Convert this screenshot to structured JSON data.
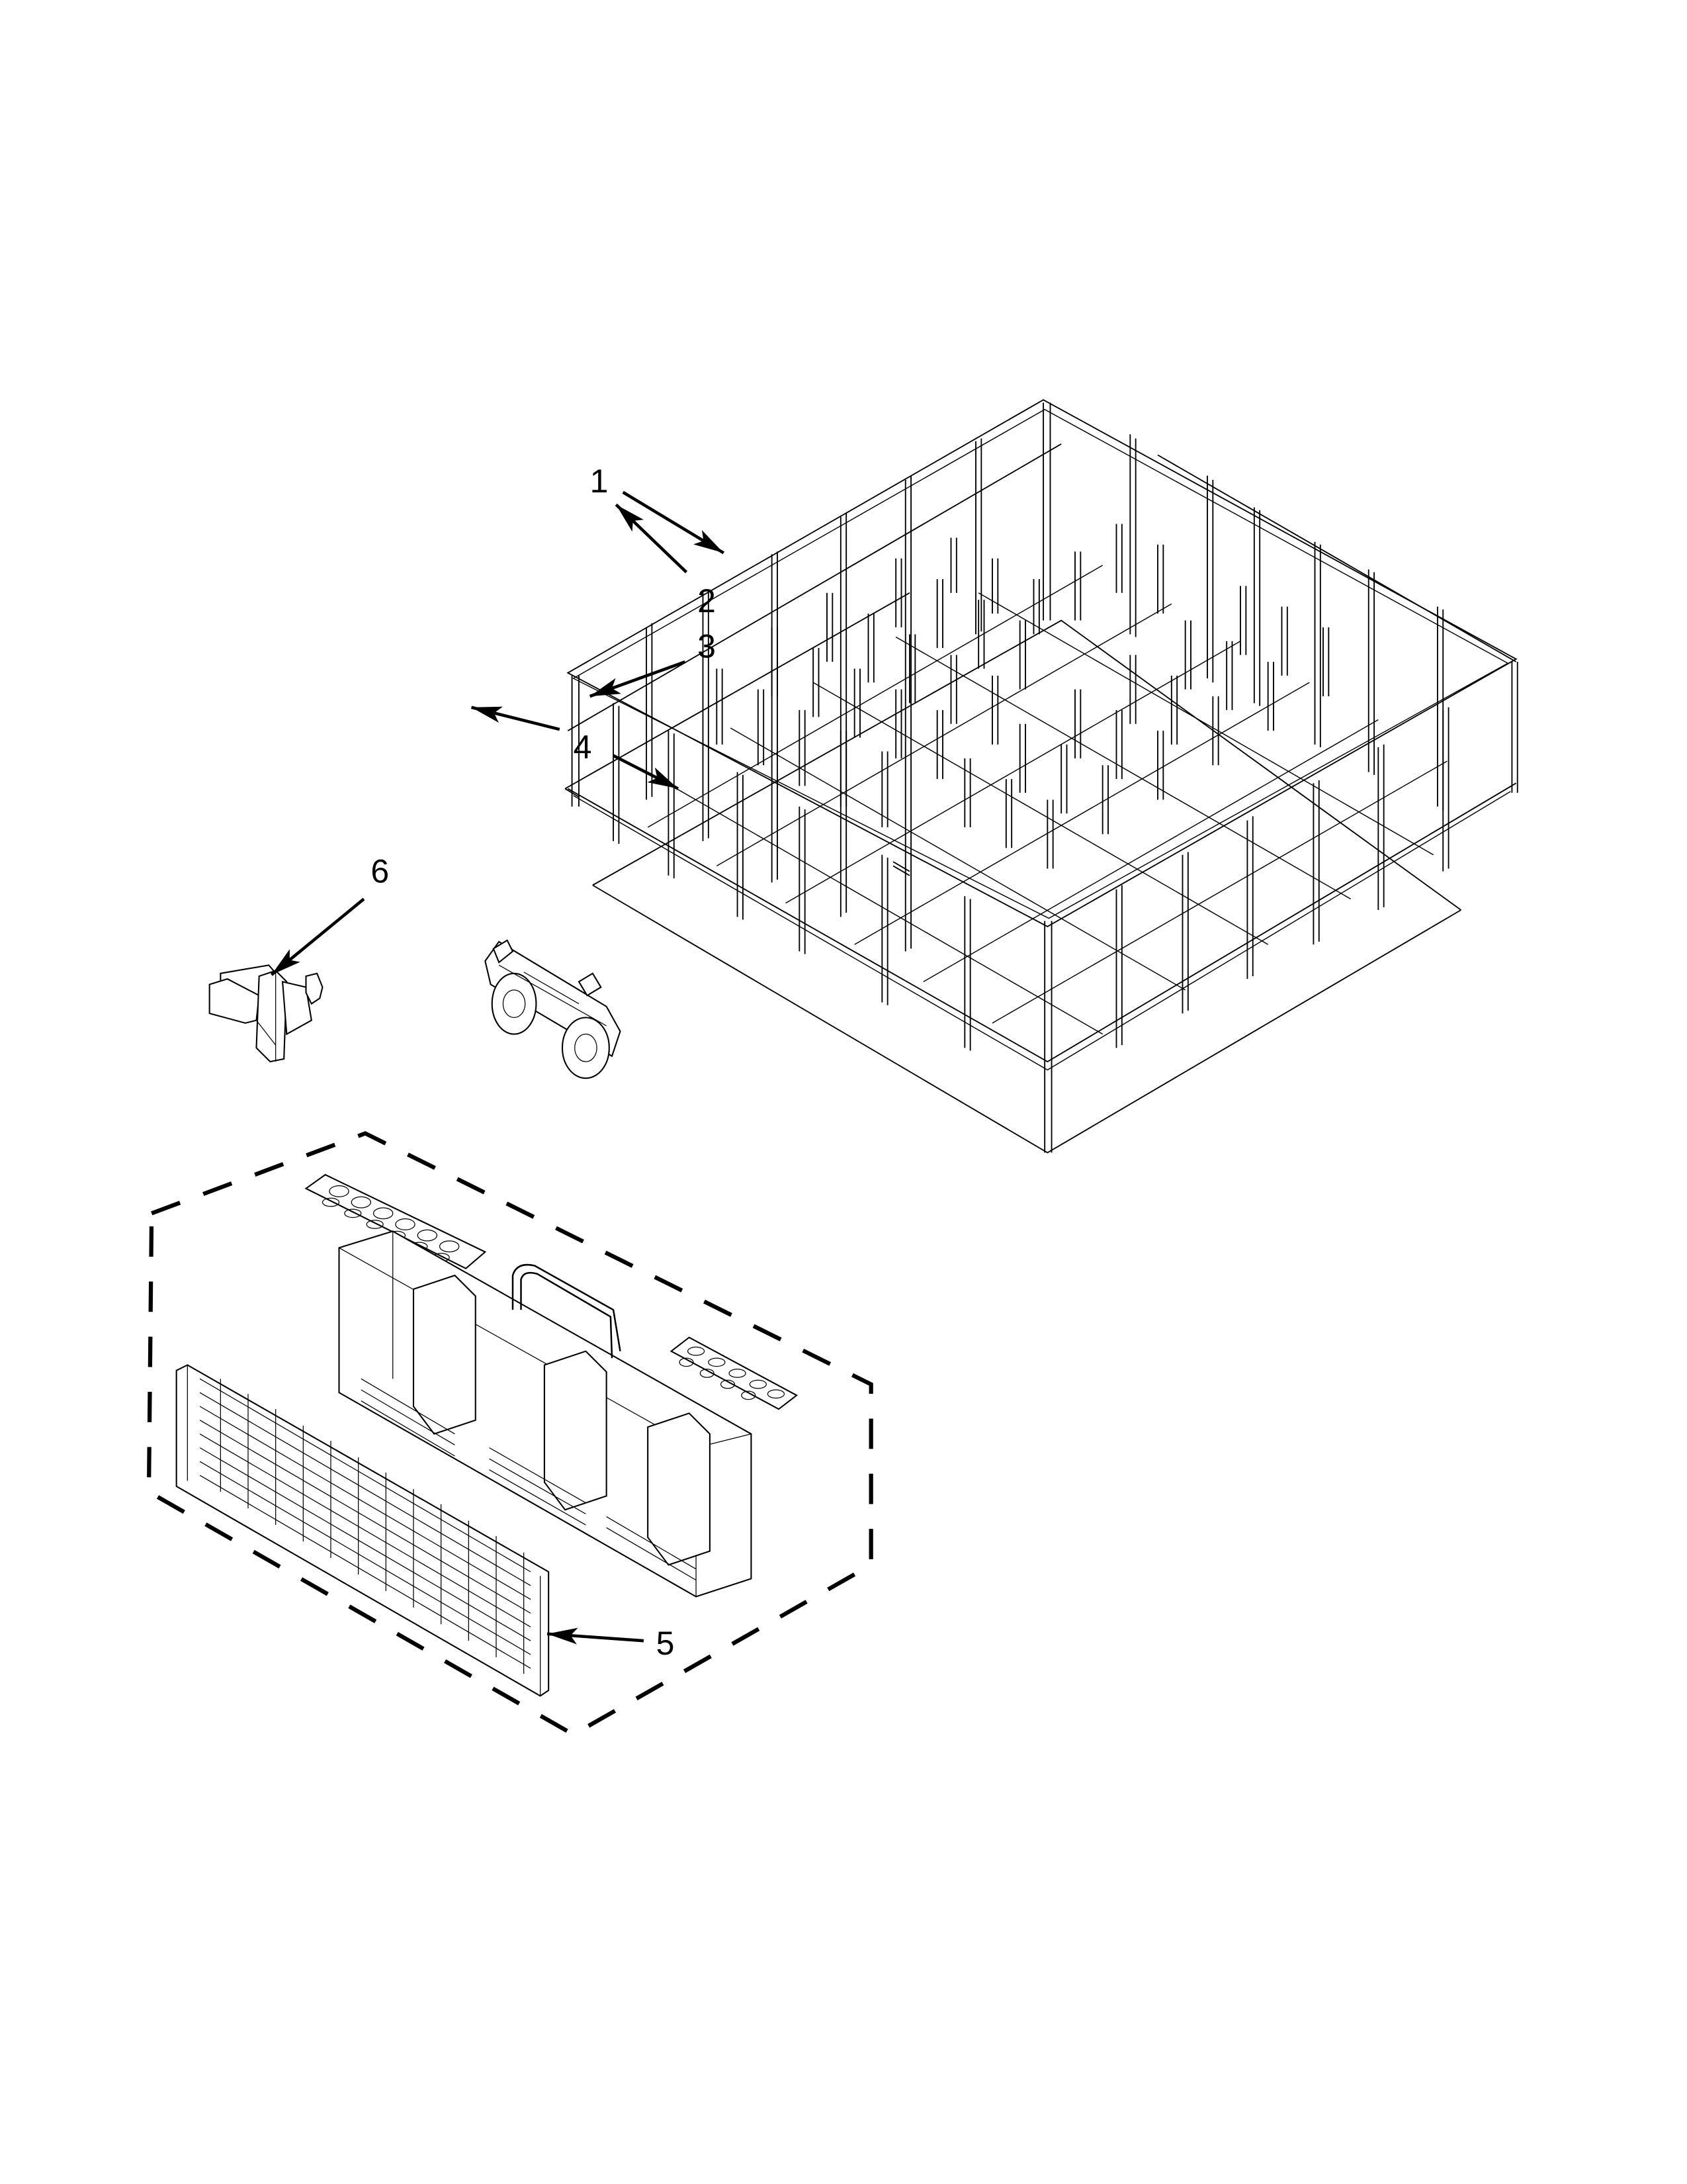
{
  "diagram": {
    "type": "exploded-parts-diagram",
    "subject": "Dishwasher lower rack and silverware basket",
    "background": "#ffffff",
    "line_color": "#000000",
    "callouts": [
      {
        "id": "1",
        "label": "1",
        "points_to": "lower dish rack (wire basket)"
      },
      {
        "id": "2",
        "label": "2",
        "points_to": "rack roller / wheel assembly"
      },
      {
        "id": "3",
        "label": "3",
        "points_to": "silverware basket assembly (dashed boundary)"
      },
      {
        "id": "4",
        "label": "4",
        "points_to": "basket lid grids (two)"
      },
      {
        "id": "5",
        "label": "5",
        "points_to": "basket front cover grid"
      },
      {
        "id": "6",
        "label": "6",
        "points_to": "rack clip / stop"
      }
    ]
  }
}
